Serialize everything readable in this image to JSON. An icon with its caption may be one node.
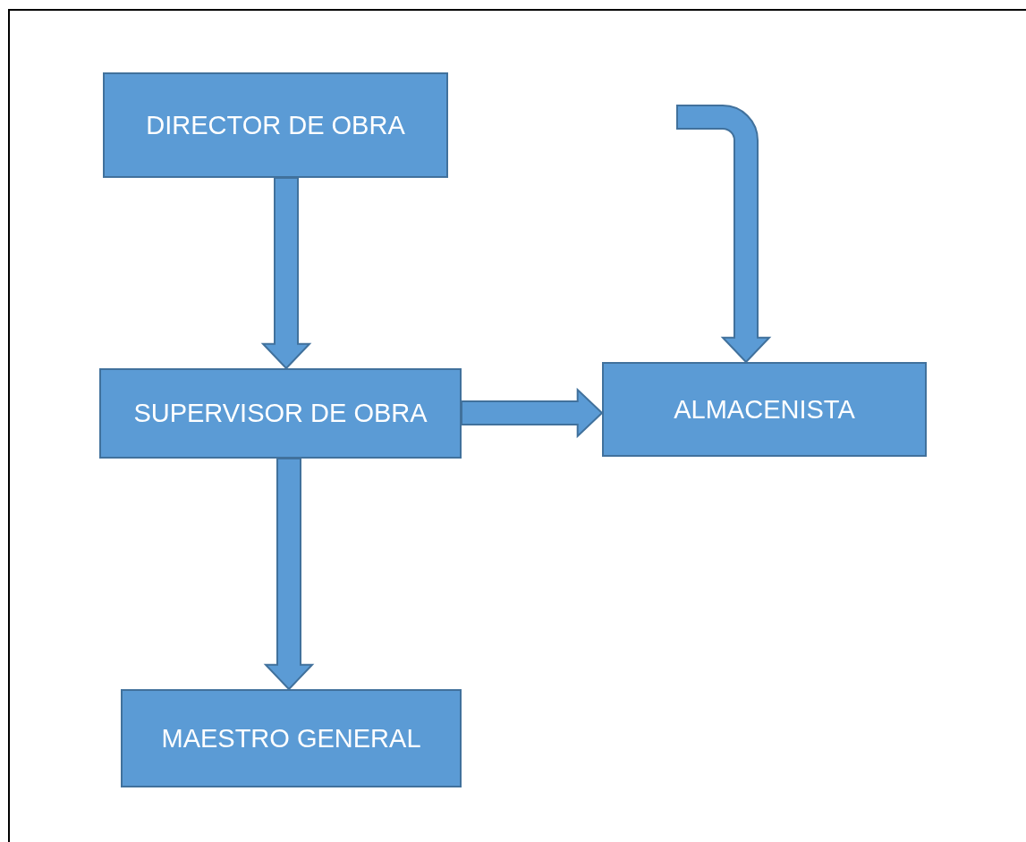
{
  "diagram": {
    "nodes": [
      {
        "text": [
          "DIRECTOR DE OBRA"
        ]
      },
      {
        "text": [
          "SUPERVISOR DE OBRA"
        ]
      },
      {
        "text": [
          "ALMACENISTA"
        ]
      },
      {
        "text": [
          "MAESTRO GENERAL"
        ]
      }
    ],
    "edges": [
      {
        "from": 0,
        "to": 1,
        "arrow": "to",
        "style": "thick"
      },
      {
        "from": 1,
        "to": 2,
        "arrow": "to",
        "style": "thick"
      },
      {
        "from": 1,
        "to": 3,
        "arrow": "to",
        "style": "thick"
      },
      {
        "from": null,
        "to": 2,
        "arrow": "to",
        "style": "thick"
      }
    ]
  }
}
